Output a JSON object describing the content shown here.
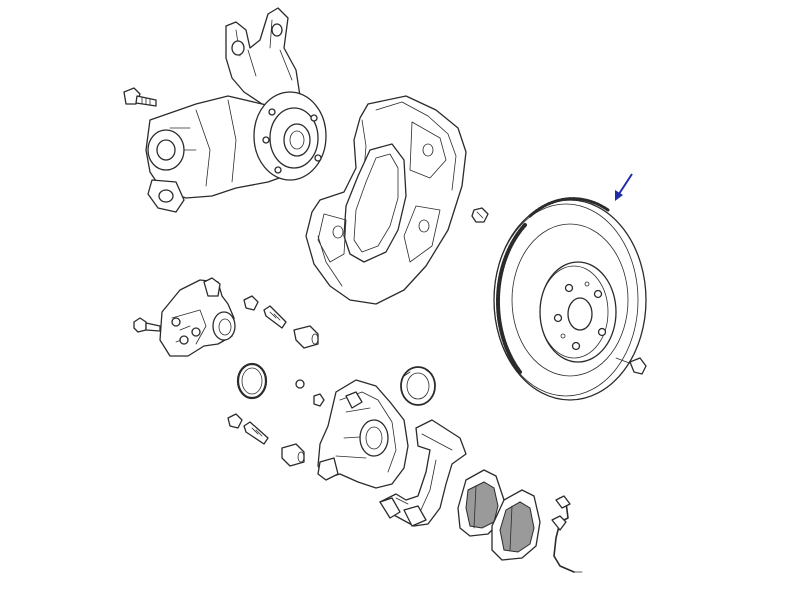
{
  "diagram": {
    "background": "#ffffff",
    "line_color": "#2b2b2b",
    "pointer_color": "#1f2ea8",
    "parts": [
      {
        "id": "steering-knuckle"
      },
      {
        "id": "knuckle-bolt"
      },
      {
        "id": "dust-shield"
      },
      {
        "id": "shield-screw"
      },
      {
        "id": "brake-disc"
      },
      {
        "id": "disc-screw"
      },
      {
        "id": "parking-brake-actuator"
      },
      {
        "id": "actuator-screw"
      },
      {
        "id": "guide-pins"
      },
      {
        "id": "seal-ring"
      },
      {
        "id": "piston-seal"
      },
      {
        "id": "brake-caliper"
      },
      {
        "id": "caliper-carrier"
      },
      {
        "id": "brake-pads"
      },
      {
        "id": "wear-sensor"
      }
    ],
    "pointer": {
      "target": "brake-disc",
      "icon": "arrow-pointer-icon"
    }
  }
}
